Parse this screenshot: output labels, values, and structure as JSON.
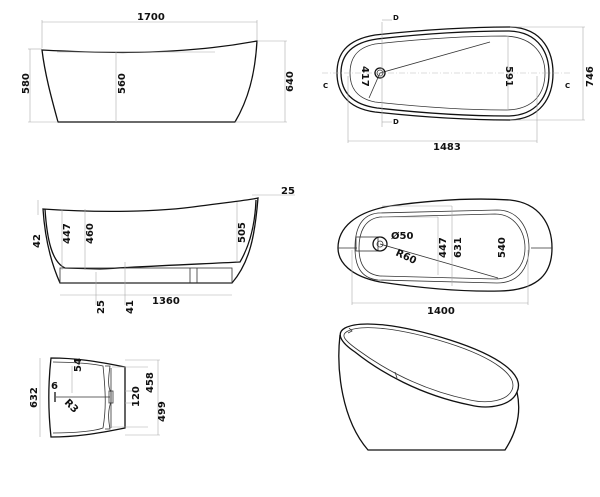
{
  "side_view": {
    "length": "1700",
    "height_left": "580",
    "height_mid": "560",
    "height_right": "640"
  },
  "top_plan": {
    "width_total": "1483",
    "depth_total": "746",
    "inner_left": "417",
    "inner_right": "591",
    "section_d": "D",
    "section_c": "C"
  },
  "section_view": {
    "rim": "25",
    "rim_left": "42",
    "depth_a": "447",
    "depth_b": "460",
    "depth_right": "505",
    "base_a": "25",
    "base_b": "41",
    "base_length": "1360"
  },
  "bottom_plan": {
    "length": "1400",
    "inner_a": "447",
    "inner_b": "631",
    "inner_c": "540",
    "drain_diameter": "Ø50",
    "radius": "R60"
  },
  "end_view": {
    "height": "632",
    "offset": "6",
    "rim": "54",
    "radius": "R3",
    "drain": "120",
    "width_inner": "458",
    "width_outer": "499"
  }
}
